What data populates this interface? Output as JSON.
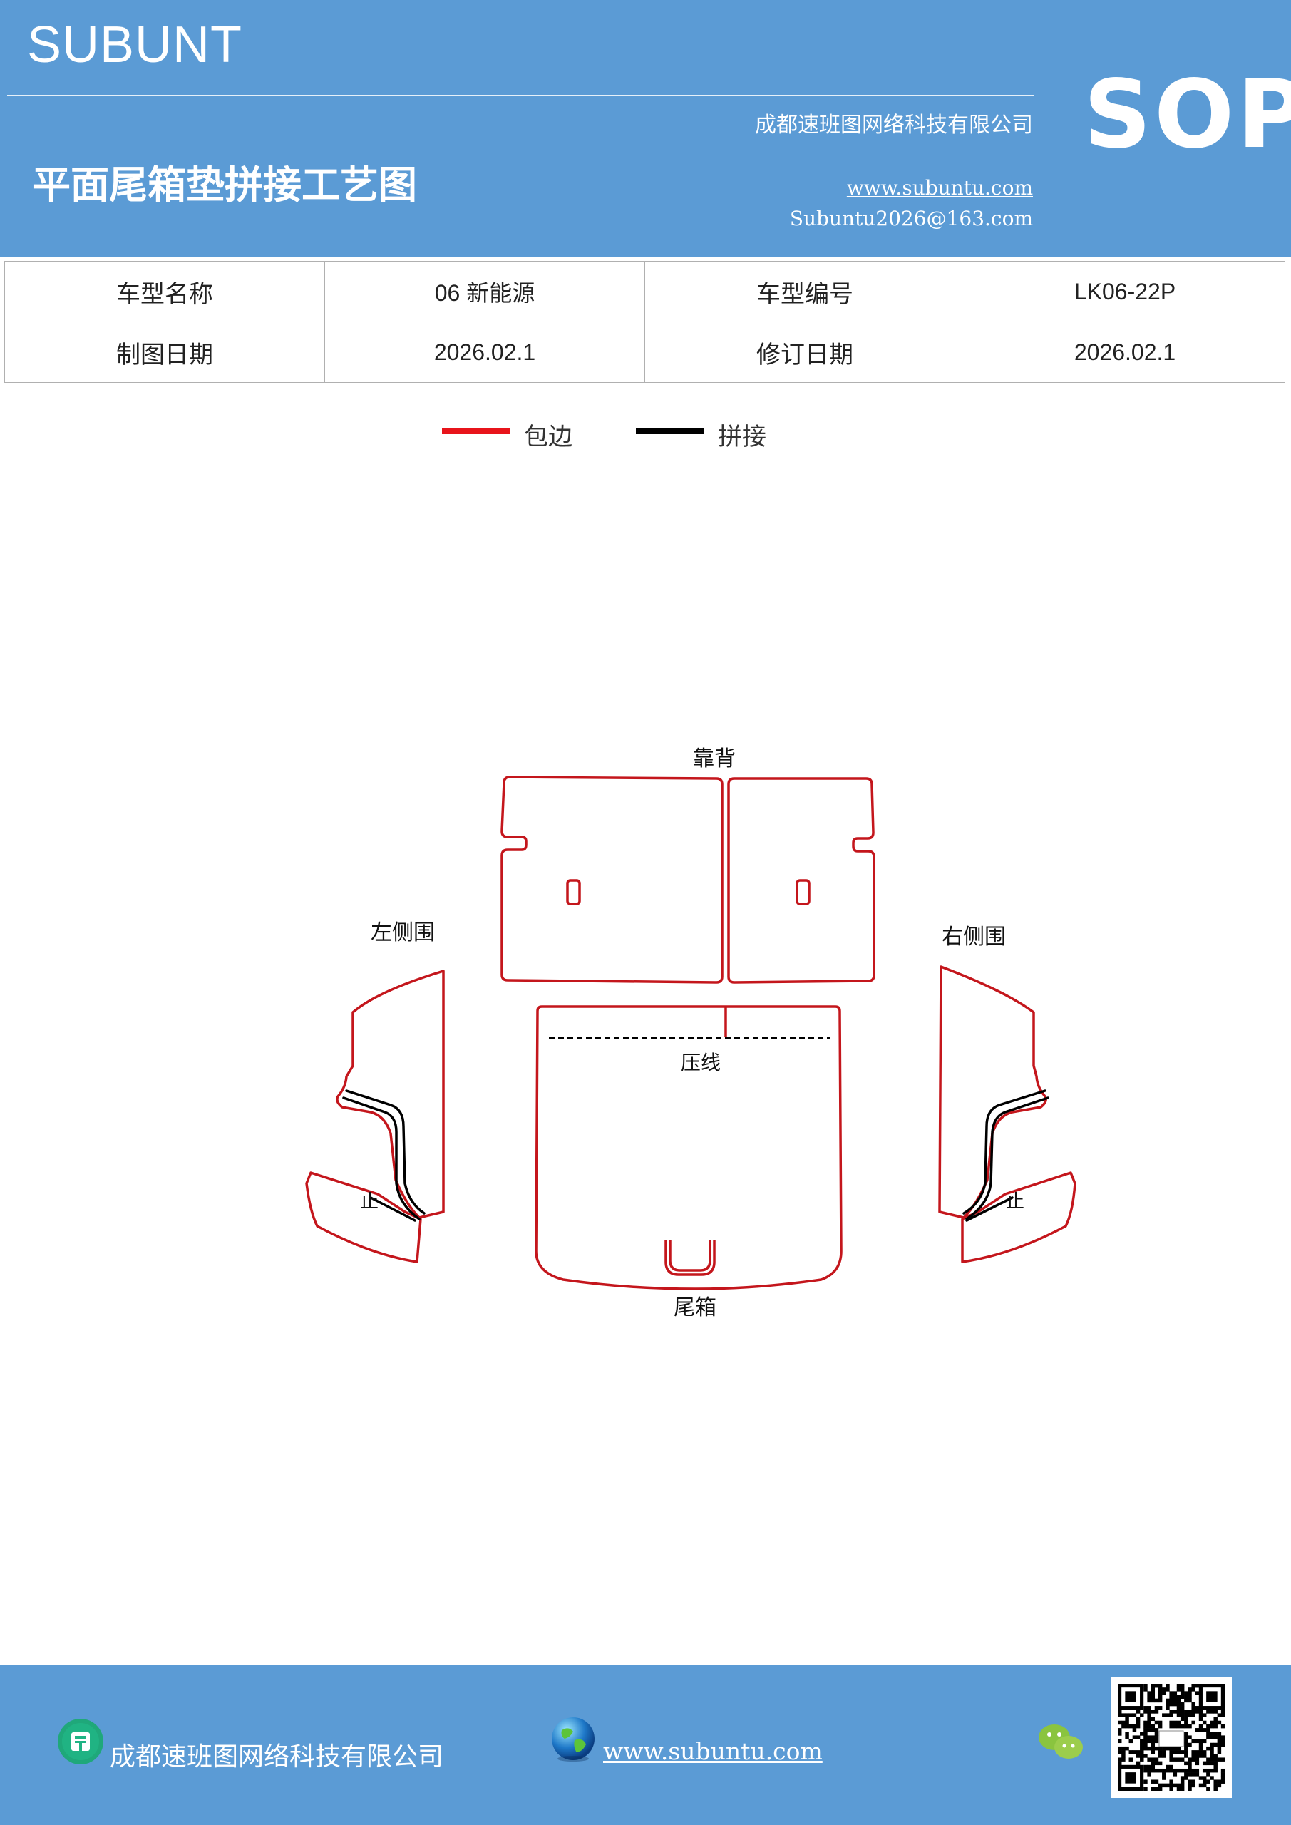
{
  "header": {
    "brand": "SUBUNT",
    "company": "成都速班图网络科技有限公司",
    "title": "平面尾箱垫拼接工艺图",
    "website": "www.subuntu.com",
    "email": "Subuntu2026@163.com",
    "badge": "SOP"
  },
  "info_table": {
    "rows": [
      [
        "车型名称",
        "06 新能源",
        "车型编号",
        "LK06-22P"
      ],
      [
        "制图日期",
        "2026.02.1",
        "修订日期",
        "2026.02.1"
      ]
    ]
  },
  "legend": {
    "items": [
      {
        "label": "包边",
        "color": "#e8141b"
      },
      {
        "label": "拼接",
        "color": "#000000"
      }
    ]
  },
  "diagram": {
    "labels": {
      "backrest": "靠背",
      "left_side": "左侧围",
      "right_side": "右侧围",
      "crease": "压线",
      "trunk": "尾箱",
      "stop_left": "止",
      "stop_right": "止"
    },
    "colors": {
      "edge": "#c4161c",
      "seam": "#000000"
    }
  },
  "footer": {
    "company": "成都速班图网络科技有限公司",
    "website": "www.subuntu.com "
  },
  "icons": [
    "company-icon",
    "globe-icon",
    "wechat-icon",
    "qr-code"
  ]
}
